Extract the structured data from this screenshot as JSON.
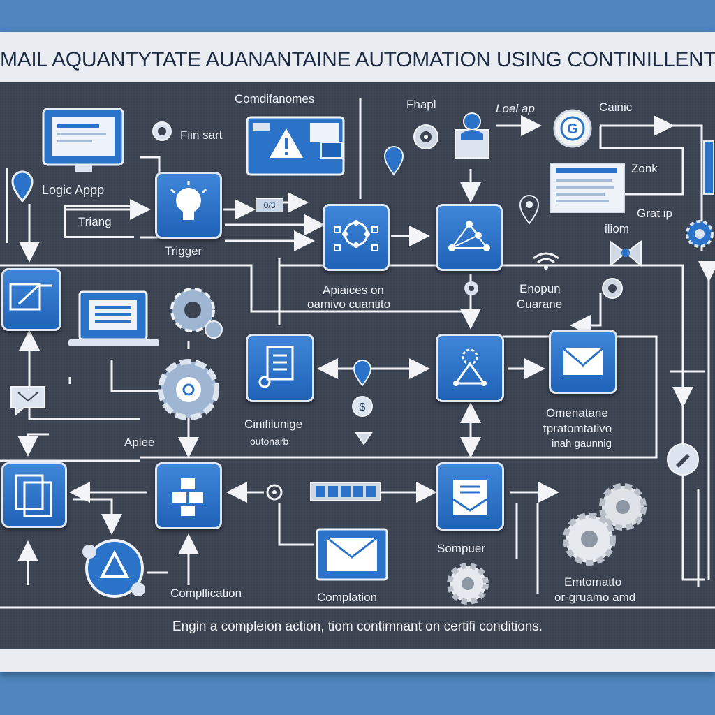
{
  "title": "MAIL AQUANTYTATE AUANANTAINE AUTOMATION USING  CONTINILLENT ON  CERTAIN CONTITIONS",
  "footer": "Engin a compleion action, tiom contimnant on certifi conditions.",
  "labels": {
    "logic_app": "Logic Appp",
    "triang": "Triang",
    "fun_sart": "Fiin sart",
    "trigger": "Trigger",
    "comdifanomes": "Comdifanomes",
    "fhapi": "Fhapl",
    "logl_ap": "Loel ap",
    "cainic": "Cainic",
    "zonk": "Zonk",
    "grat_ip": "Grat ip",
    "iliom": "iliom",
    "apiaices_on": "Apiaices on",
    "oamivo": "oamivo cuantito",
    "enopun": "Enopun",
    "cuarane": "Cuarane",
    "badge": "0/3",
    "cinifilunge": "Cinifilunige",
    "outonarb": "outonarb",
    "aplee": "Aplee",
    "omenatane": "Omenatane",
    "tpratomtativo": "tpratomtativo",
    "inah_gaunnig": "inah gaunnig",
    "sompuer": "Sompuer",
    "compllication": "Compllication",
    "complation": "Complation",
    "emtomatto": "Emtomatto",
    "orgruamo": "or-gruamo amd"
  },
  "colors": {
    "accent": "#2a73c9",
    "board": "#3b4351",
    "frame": "#e9ecf0"
  }
}
